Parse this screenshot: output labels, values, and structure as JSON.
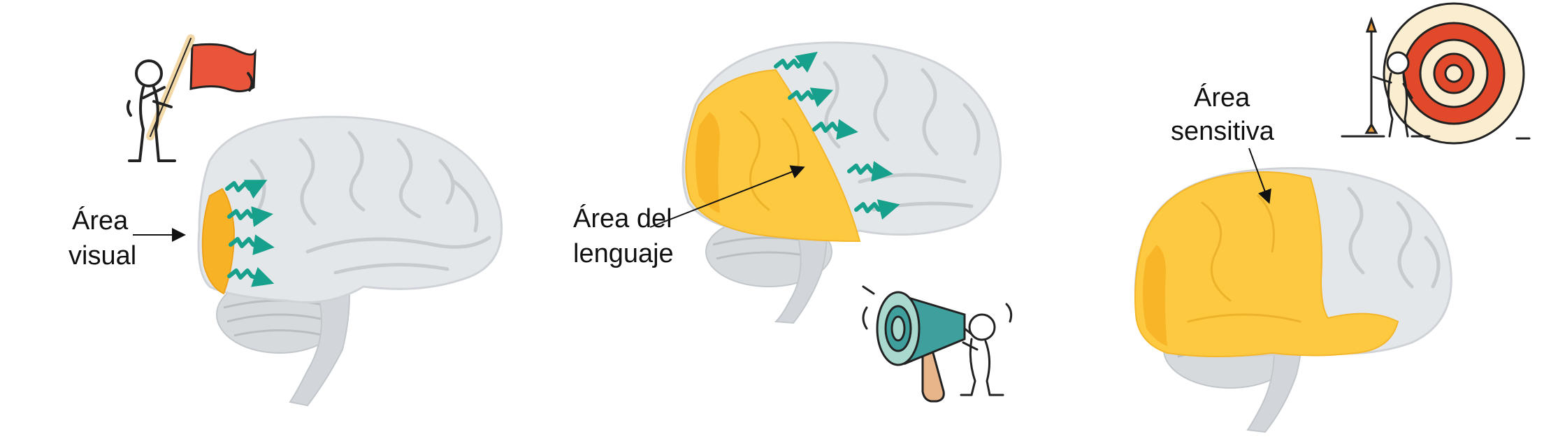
{
  "panels": [
    {
      "label_lines": [
        "Área",
        "visual"
      ]
    },
    {
      "label_lines": [
        "Área del",
        "lenguaje"
      ]
    },
    {
      "label_lines": [
        "Área",
        "sensitiva"
      ]
    }
  ],
  "colors": {
    "brain": "#e4e7ea",
    "brain_fold": "#c6cbd0",
    "brain_stem": "#d2d6da",
    "highlight": "#fdc941",
    "highlight_dark": "#f7b225",
    "signal": "#17a08c",
    "flag": "#e8553a",
    "megaphone": "#3f9f9c",
    "target_red": "#e2492b",
    "target_cream": "#fbeed0"
  },
  "icons": {
    "panel1": "flag-person-icon",
    "panel2": "megaphone-person-icon",
    "panel3": "target-person-icon"
  }
}
